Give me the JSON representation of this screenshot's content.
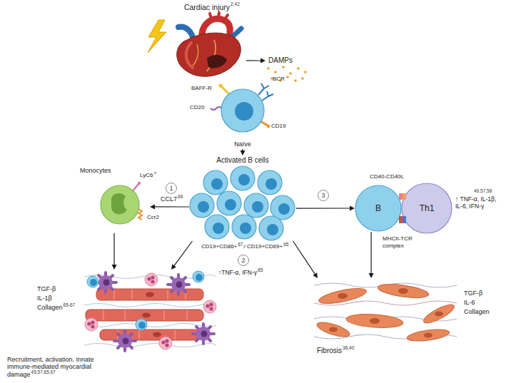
{
  "diagram": {
    "nodes": [
      {
        "text": [
          "Cardiac injury"
        ]
      },
      {
        "text": [
          "DAMPs"
        ]
      },
      {
        "text": [
          "Naïve"
        ]
      },
      {
        "text": [
          "Activated B cells"
        ]
      },
      {
        "text": [
          "Monocytes"
        ]
      },
      {
        "text": [
          "B"
        ]
      },
      {
        "text": [
          "Th1"
        ]
      },
      {
        "text": [
          "Recruitment, activation. Innate immune-mediated myocardial damage"
        ]
      },
      {
        "text": [
          "Fibrosis"
        ]
      }
    ],
    "edges": [
      {
        "from": 0,
        "to": 1,
        "arrow": "to"
      },
      {
        "from": 2,
        "to": 3,
        "arrow": "to"
      },
      {
        "from": 3,
        "to": 4,
        "arrow": "to",
        "label": "CCL7"
      },
      {
        "from": 3,
        "to": 5,
        "arrow": "to"
      },
      {
        "from": 4,
        "to": 7,
        "arrow": "to"
      },
      {
        "from": 3,
        "to": 7,
        "arrow": "to"
      },
      {
        "from": 3,
        "to": 8,
        "arrow": "to"
      },
      {
        "from": 5,
        "to": 8,
        "arrow": "to"
      }
    ],
    "labels": [
      "2,42",
      "BAFF-R",
      "BCR",
      "CD20",
      "CD19",
      "1",
      "66",
      "LyC6",
      "+",
      "Ccr2",
      "2",
      "CD19+CD86+",
      "67",
      "/ CD19+CD69+",
      "65",
      "↑TNF-α, IFN-γ",
      "85",
      "3",
      "CD40-CD40L",
      "MHCII-TCR complex",
      "↑ TNF-α, IL-1β, IL-6, IFN-γ",
      "49,57,58",
      "TGF-β",
      "IL-1β",
      "Collagen",
      "65-67",
      "45,57,65,67",
      "TGF-β",
      "IL-6",
      "Collagen",
      "36,40"
    ]
  }
}
